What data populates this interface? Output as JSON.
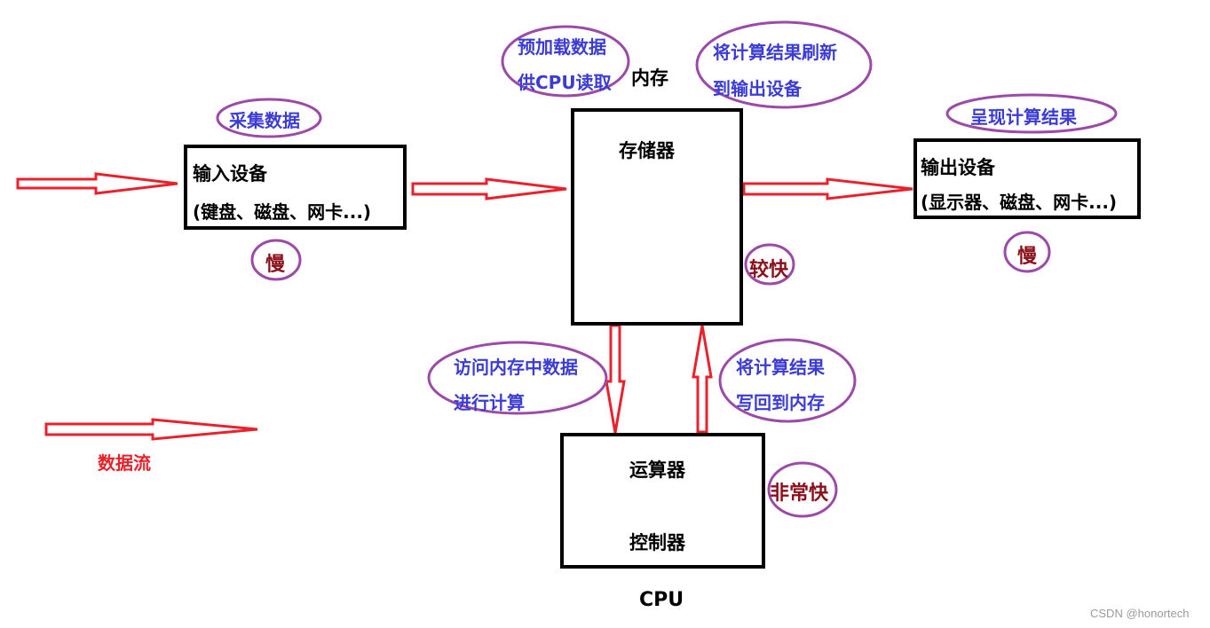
{
  "diagram": {
    "input_device": {
      "title": "输入设备",
      "subtitle": "(键盘、磁盘、网卡...)"
    },
    "output_device": {
      "title": "输出设备",
      "subtitle": "(显示器、磁盘、网卡...)"
    },
    "memory": {
      "box_label": "存储器",
      "heading": "内存"
    },
    "cpu": {
      "alu_label": "运算器",
      "control_label": "控制器",
      "caption": "CPU"
    },
    "annotations": {
      "collect_data": "采集数据",
      "preload_line1": "预加载数据",
      "preload_line2": "供CPU读取",
      "flush_line1": "将计算结果刷新",
      "flush_line2": "到输出设备",
      "present_result": "呈现计算结果",
      "access_line1": "访问内存中数据",
      "access_line2": "进行计算",
      "writeback_line1": "将计算结果",
      "writeback_line2": "写回到内存"
    },
    "speed": {
      "input": "慢",
      "output": "慢",
      "memory": "较快",
      "cpu": "非常快"
    },
    "legend": {
      "data_flow": "数据流"
    },
    "watermark": "CSDN @honortech"
  },
  "colors": {
    "arrow": "#e8212c",
    "ellipse": "#9b4aa8",
    "annotation_text": "#3b3bd6",
    "speed_text": "#8b0f1a"
  }
}
